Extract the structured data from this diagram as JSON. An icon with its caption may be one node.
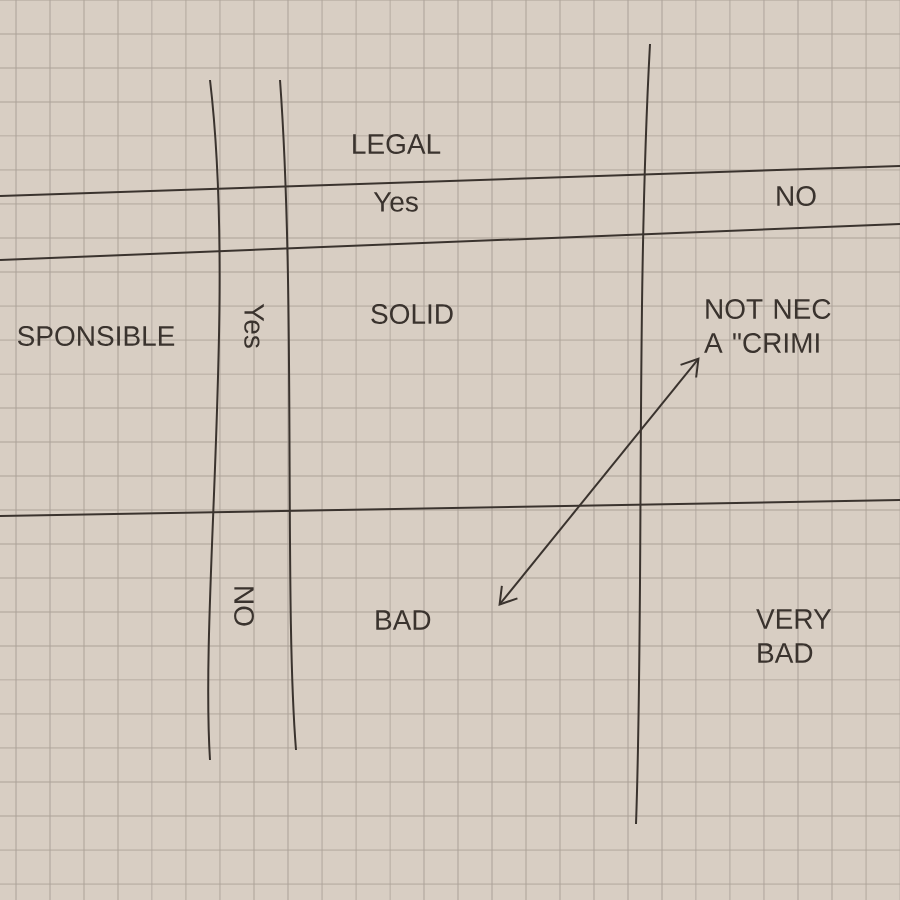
{
  "diagram": {
    "nodes": [
      {
        "text": [
          "SOLID"
        ]
      },
      {
        "text": [
          "NOT NEC A \"CRIMI"
        ]
      },
      {
        "text": [
          "BAD"
        ]
      },
      {
        "text": [
          "VERY BAD"
        ]
      }
    ],
    "edges": [
      {
        "from": 2,
        "to": 1,
        "arrow": "both"
      }
    ],
    "labels": [
      "LEGAL",
      "Yes",
      "NO",
      "SPONSIBLE",
      "Yes",
      "NO"
    ]
  }
}
